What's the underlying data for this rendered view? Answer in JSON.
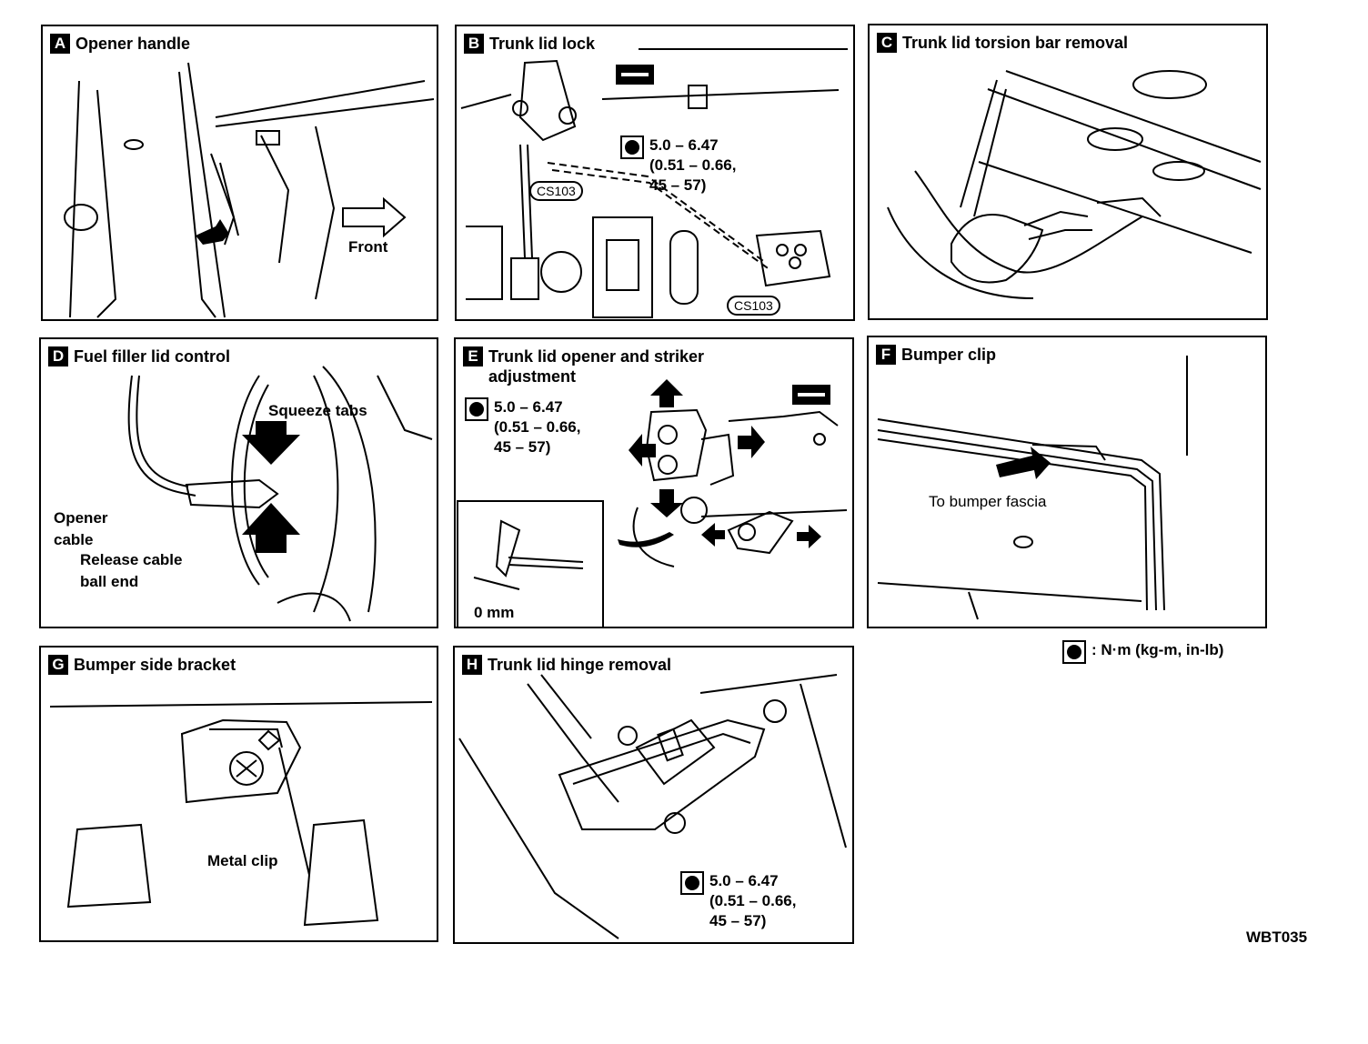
{
  "panels": {
    "a": {
      "letter": "A",
      "title": "Opener handle",
      "front": "Front"
    },
    "b": {
      "letter": "B",
      "title": "Trunk lid lock",
      "cs1": "CS103",
      "cs2": "CS103"
    },
    "c": {
      "letter": "C",
      "title": "Trunk lid torsion bar removal"
    },
    "d": {
      "letter": "D",
      "title": "Fuel filler lid control",
      "squeeze": "Squeeze tabs",
      "opener1": "Opener",
      "opener2": "cable",
      "release1": "Release cable",
      "release2": "ball end"
    },
    "e": {
      "letter": "E",
      "title1": "Trunk lid opener and striker",
      "title2": "adjustment",
      "zero": "0 mm"
    },
    "f": {
      "letter": "F",
      "title": "Bumper clip",
      "fascia": "To bumper fascia"
    },
    "g": {
      "letter": "G",
      "title": "Bumper side bracket",
      "metal": "Metal clip"
    },
    "h": {
      "letter": "H",
      "title": "Trunk lid hinge removal"
    }
  },
  "torque": {
    "line1": "5.0 – 6.47",
    "line2": "(0.51 – 0.66,",
    "line3": "45 – 57)"
  },
  "legend": ": N·m (kg-m, in-lb)",
  "figure_code": "WBT035"
}
